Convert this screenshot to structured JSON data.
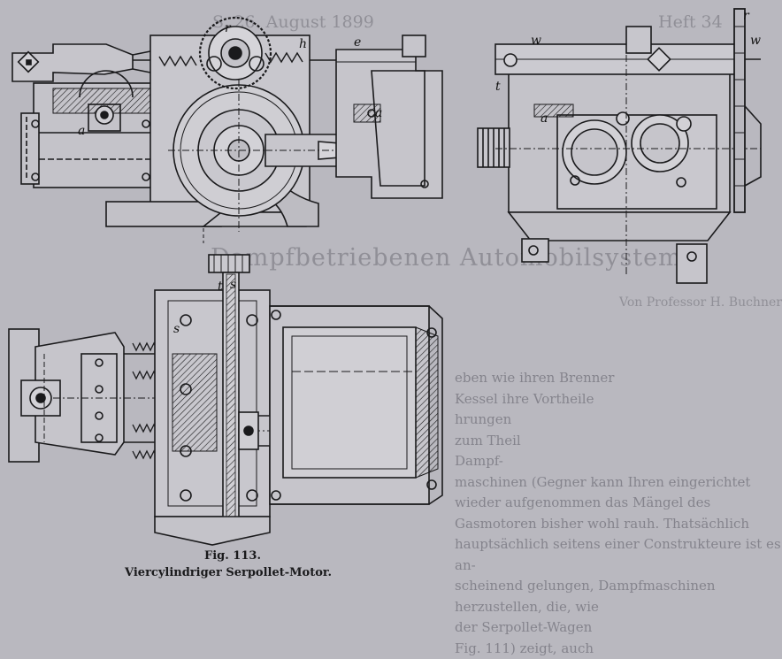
{
  "caption": {
    "figure_number": "Fig. 113.",
    "title": "Viercylindriger Serpollet-Motor."
  },
  "background_text": {
    "header_left": "S. 26. August 1899",
    "header_right": "Heft 34",
    "section_heading": "Dampfbetriebenen Automobilsystem",
    "byline": "Von Professor H. Buchner in Stuttgart.",
    "body_lines": [
      "eben wie ihren Brenner",
      "Kessel ihre Vortheile",
      "hrungen",
      "zum Theil",
      "Dampf-",
      "maschinen (Gegner kann Ihren eingerichtet",
      "wieder aufgenommen das Mängel des",
      "Gasmotoren bisher wohl rauh. Thatsächlich",
      "hauptsächlich seitens einer Construkteure ist es an-",
      "scheinend gelungen, Dampfmaschinen herzustellen, die, wie",
      "der Serpollet-Wagen",
      "Fig. 111) zeigt, auch"
    ]
  },
  "labels": {
    "a1": "a",
    "a2": "a",
    "a3": "a",
    "h": "h",
    "e": "e",
    "r1": "r",
    "r2": "r",
    "w1": "w",
    "w2": "w",
    "t1": "t",
    "t2": "t",
    "s1": "s",
    "s2": "s"
  }
}
